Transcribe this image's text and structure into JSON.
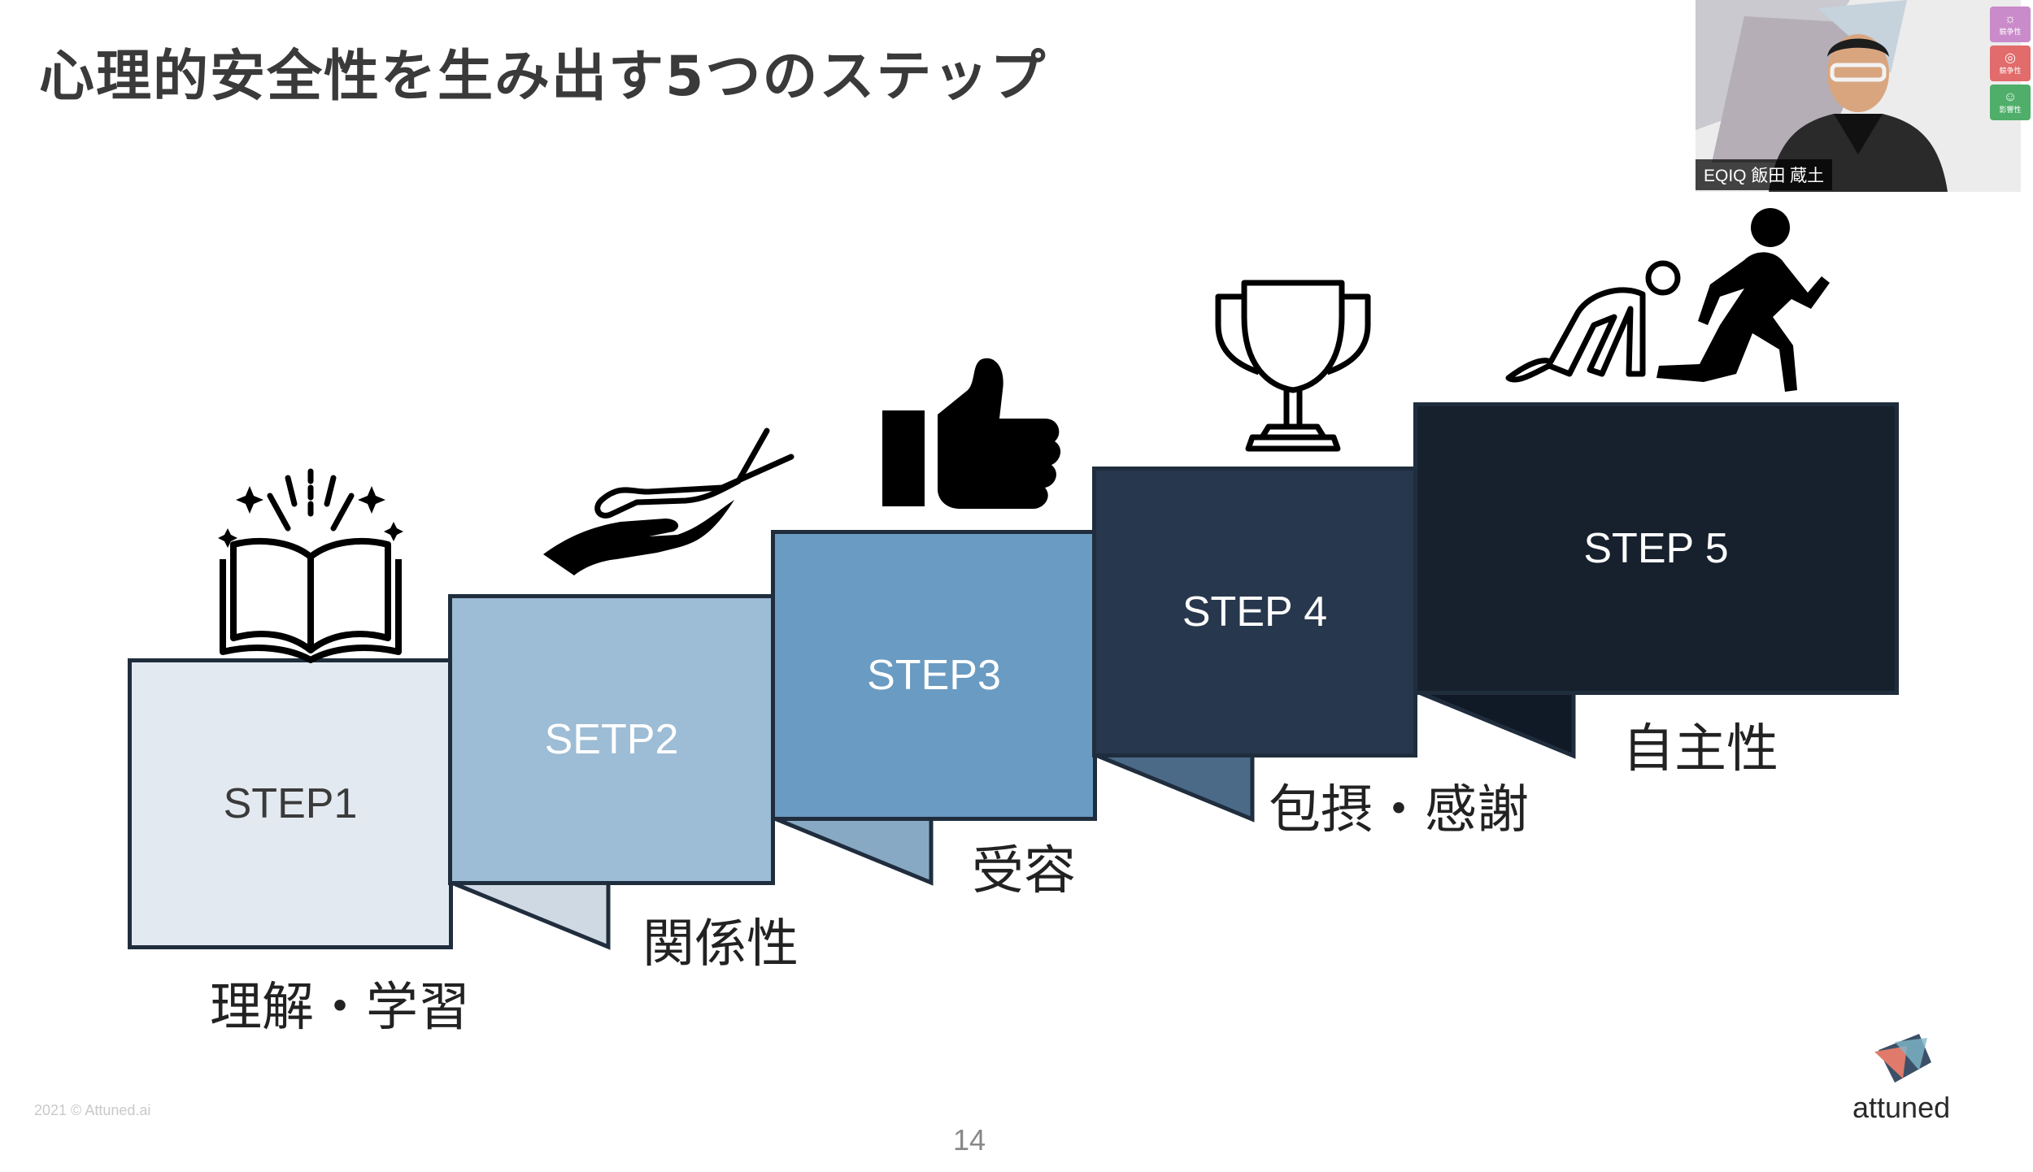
{
  "slide": {
    "title": "心理的安全性を生み出す5つのステップ",
    "steps": [
      {
        "label": "STEP1",
        "caption": "理解・学習",
        "icon": "open-book-icon",
        "color": "#e2e9f0",
        "text_color": "#3a3a3a"
      },
      {
        "label": "SETP2",
        "caption": "関係性",
        "icon": "helping-hands-icon",
        "color": "#9dbcd5",
        "text_color": "#ffffff"
      },
      {
        "label": "STEP3",
        "caption": "受容",
        "icon": "thumbs-up-icon",
        "color": "#6a9bc2",
        "text_color": "#ffffff"
      },
      {
        "label": "STEP 4",
        "caption": "包摂・感謝",
        "icon": "trophy-icon",
        "color": "#27374d",
        "text_color": "#ffffff"
      },
      {
        "label": "STEP 5",
        "caption": "自主性",
        "icon": "runner-icon",
        "color": "#17212e",
        "text_color": "#ffffff"
      }
    ],
    "copyright": "2021 © Attuned.ai",
    "page_number": "14",
    "logo_text": "attuned"
  },
  "video": {
    "participant_name": "EQIQ 飯田 蔵土",
    "side_buttons": [
      {
        "label": "競争性",
        "icon": "lightbulb-icon",
        "color": "#c98bc9"
      },
      {
        "label": "競争性",
        "icon": "target-icon",
        "color": "#e26b6b"
      },
      {
        "label": "影響性",
        "icon": "group-icon",
        "color": "#4fae6a"
      }
    ]
  }
}
